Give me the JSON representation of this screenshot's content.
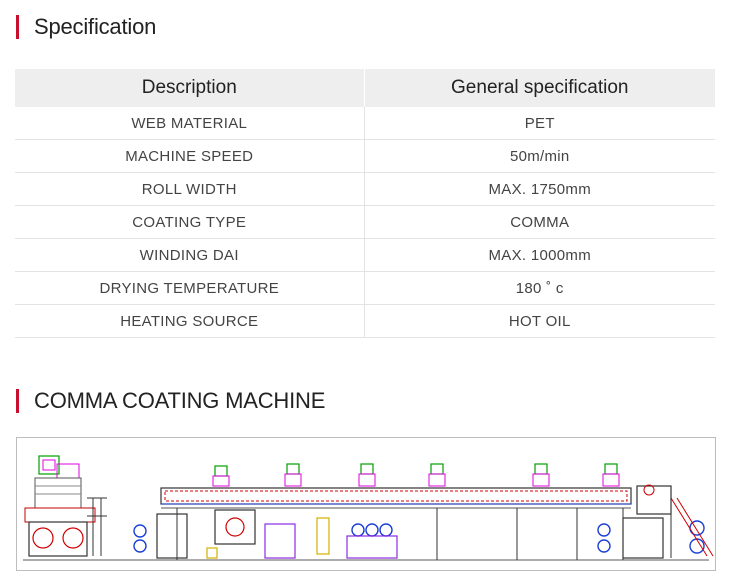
{
  "sections": {
    "spec_title": "Specification",
    "machine_title": "COMMA COATING MACHINE"
  },
  "table": {
    "headers": [
      "Description",
      "General specification"
    ],
    "rows": [
      [
        "WEB MATERIAL",
        "PET"
      ],
      [
        "MACHINE SPEED",
        "50m/min"
      ],
      [
        "ROLL WIDTH",
        "MAX. 1750mm"
      ],
      [
        "COATING TYPE",
        "COMMA"
      ],
      [
        "WINDING DAI",
        "MAX. 1000mm"
      ],
      [
        "DRYING TEMPERATURE",
        "180 ˚ c"
      ],
      [
        "HEATING SOURCE",
        "HOT OIL"
      ]
    ]
  },
  "colors": {
    "accent": "#c8102e",
    "header_bg": "#eeeeee",
    "row_border": "#e3e3e3"
  }
}
